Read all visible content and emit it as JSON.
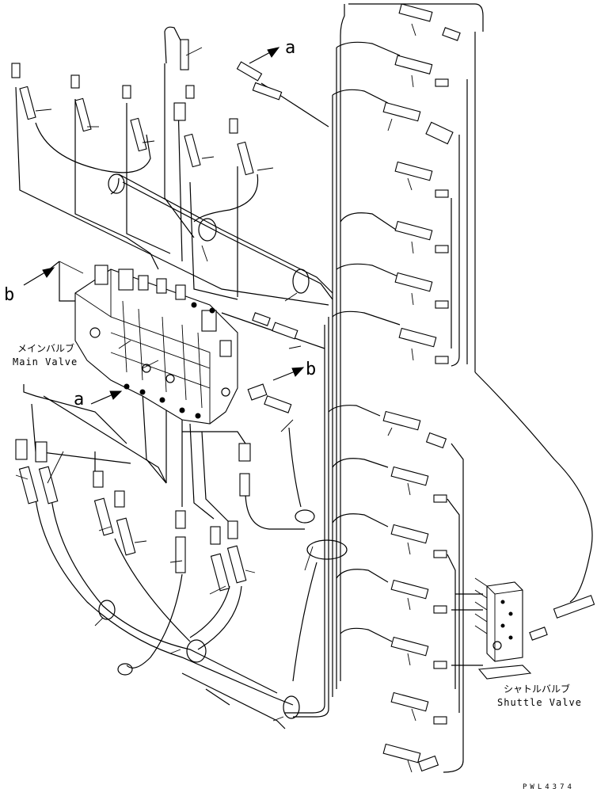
{
  "labels": {
    "main_valve_jp": "メインバルブ",
    "main_valve_en": "Main Valve",
    "shuttle_valve_jp": "シャトルバルブ",
    "shuttle_valve_en": "Shuttle Valve",
    "ref_a_top": "a",
    "ref_a_left": "a",
    "ref_b_left": "b",
    "ref_b_right": "b",
    "drawing_code": "PWL4374"
  },
  "colors": {
    "line": "#000000",
    "background": "#ffffff"
  }
}
